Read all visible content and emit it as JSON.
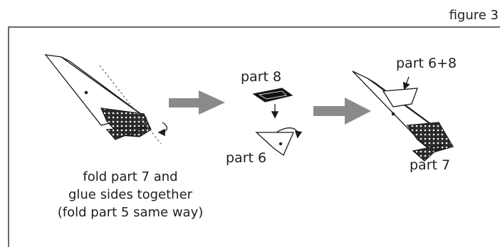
{
  "figure_label": "figure 3",
  "labels": {
    "part8": "part 8",
    "part6": "part 6",
    "part6_8": "part 6+8",
    "part7": "part 7"
  },
  "caption": {
    "line1": "fold part 7 and",
    "line2": "glue sides together",
    "line3": "(fold part 5 same way)"
  },
  "colors": {
    "arrow": "#8a8a8a",
    "ink": "#1a1a1a",
    "panel_border": "#6a6a6a"
  }
}
